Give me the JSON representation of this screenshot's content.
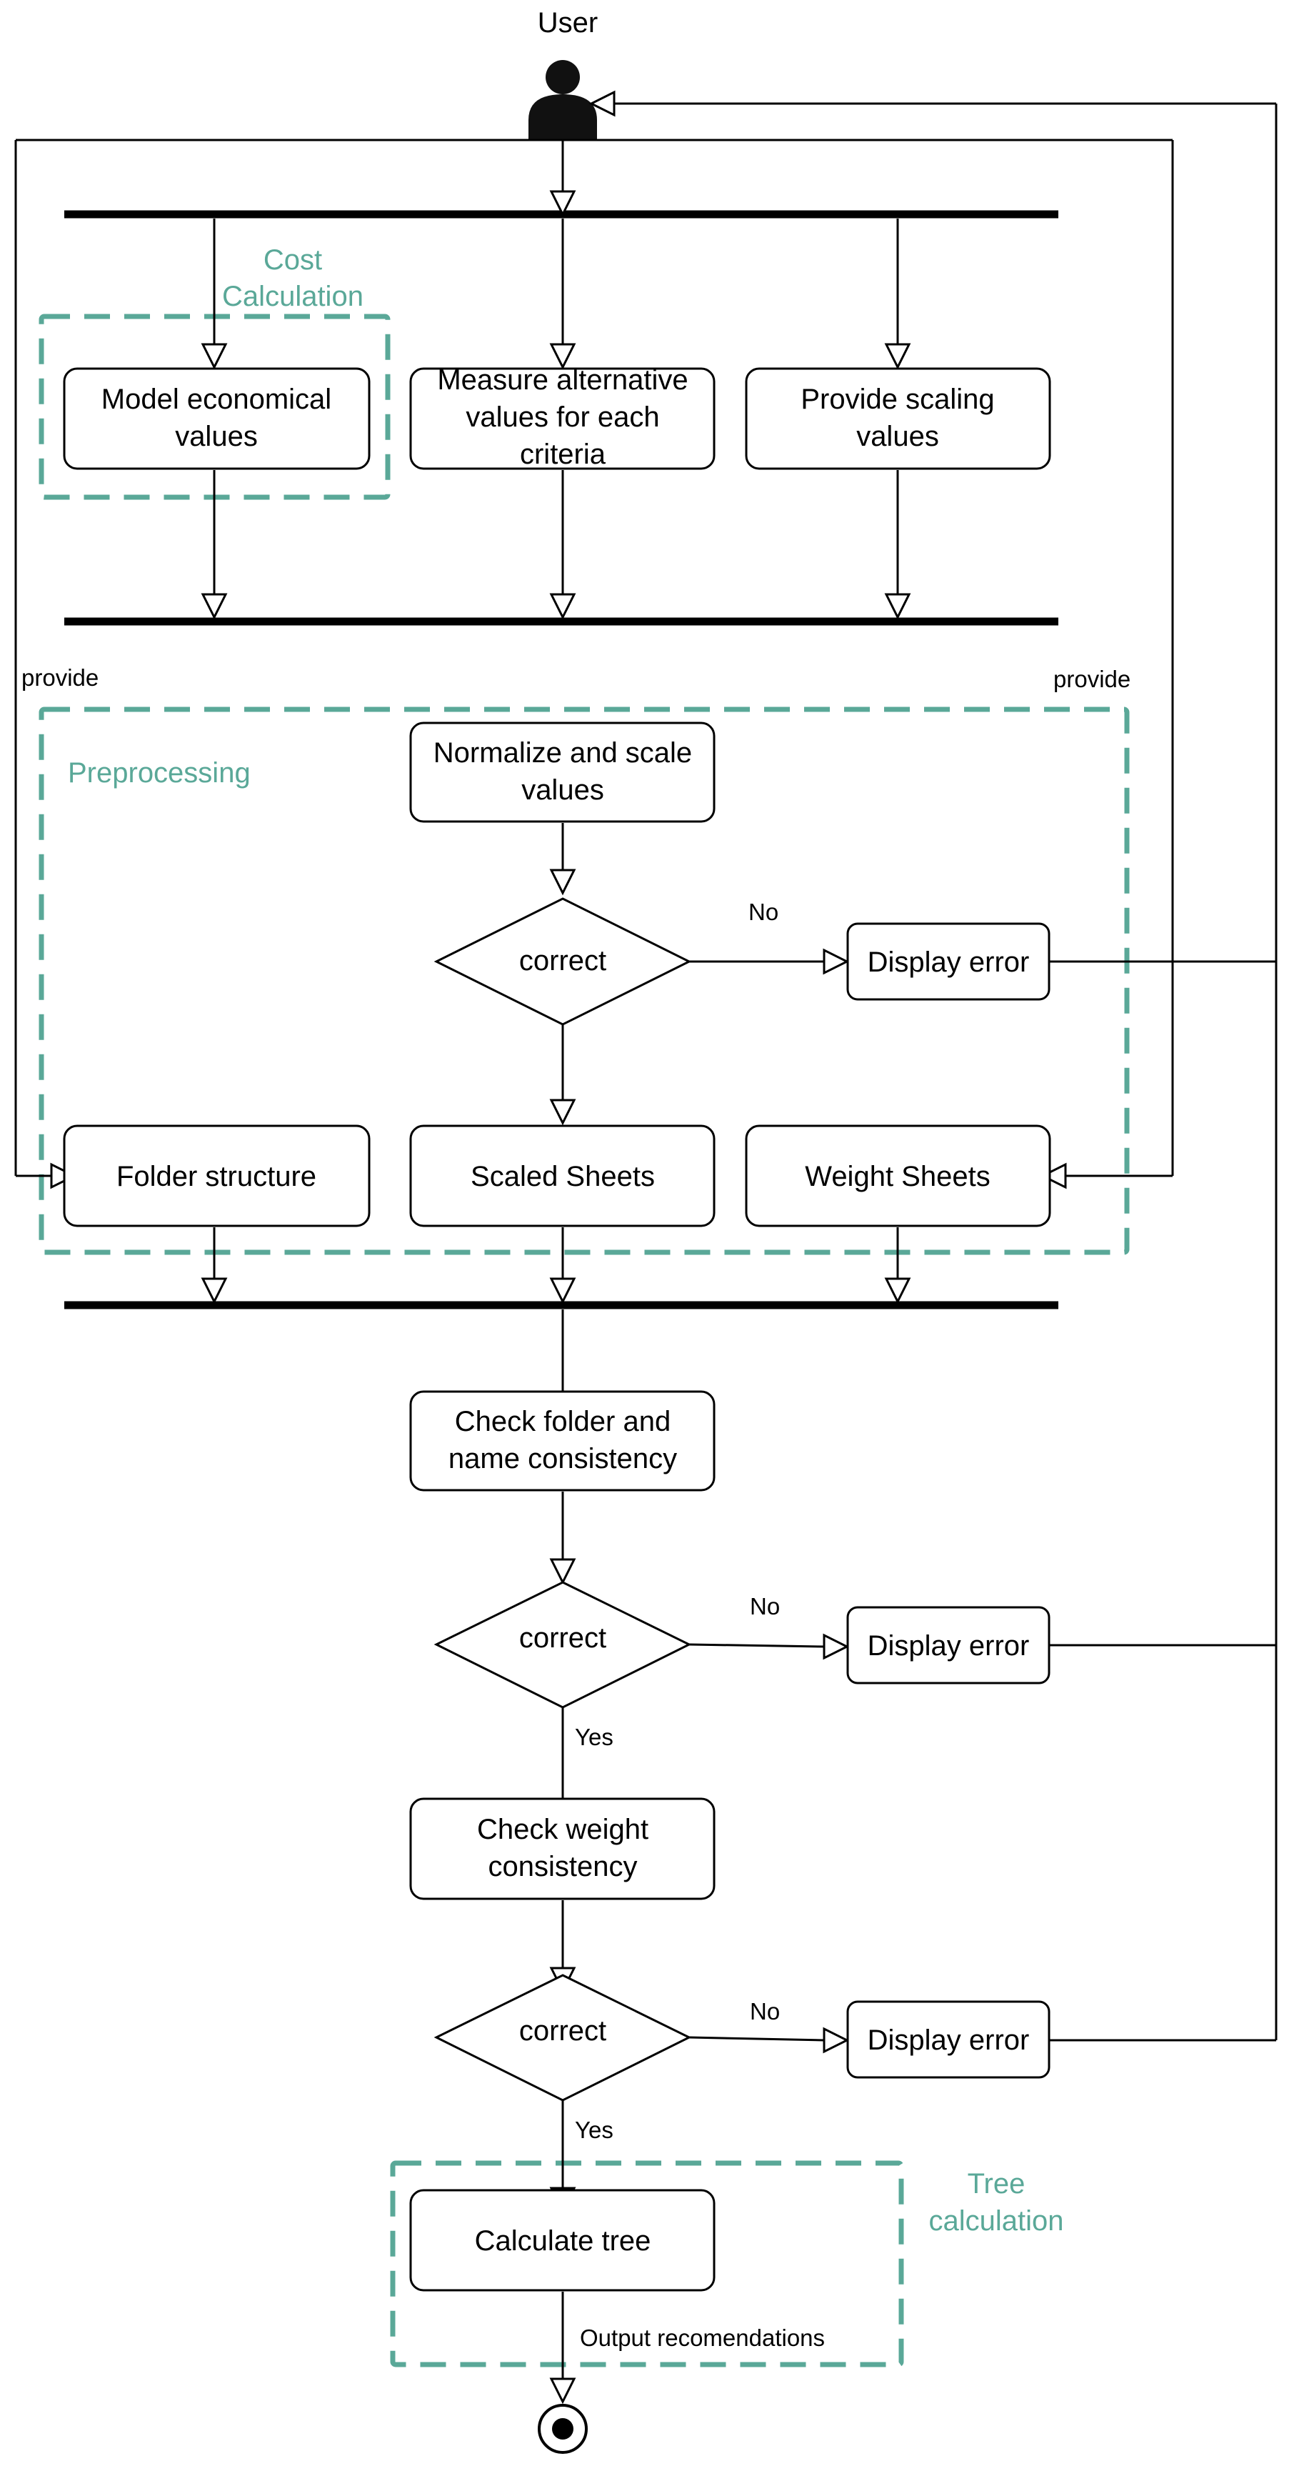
{
  "colors": {
    "group_accent": "#5aa898",
    "stroke": "#000000",
    "actor": "#111111"
  },
  "actor": {
    "label": "User",
    "icon": "person-icon"
  },
  "groups": {
    "cost": {
      "label_line1": "Cost",
      "label_line2": "Calculation"
    },
    "preprocessing": {
      "label": "Preprocessing"
    },
    "tree": {
      "label_line1": "Tree",
      "label_line2": "calculation"
    }
  },
  "nodes": {
    "model_economical": {
      "line1": "Model economical",
      "line2": "values"
    },
    "measure_alternative": {
      "line1": "Measure alternative",
      "line2": "values for each",
      "line3": "criteria"
    },
    "provide_scaling": {
      "line1": "Provide scaling",
      "line2": "values"
    },
    "normalize_scale": {
      "line1": "Normalize and scale",
      "line2": "values"
    },
    "folder_structure": {
      "line1": "Folder structure"
    },
    "scaled_sheets": {
      "line1": "Scaled Sheets"
    },
    "weight_sheets": {
      "line1": "Weight Sheets"
    },
    "check_folder": {
      "line1": "Check folder and",
      "line2": "name consistency"
    },
    "check_weight": {
      "line1": "Check weight",
      "line2": "consistency"
    },
    "calculate_tree": {
      "line1": "Calculate tree"
    },
    "error_1": {
      "line1": "Display error"
    },
    "error_2": {
      "line1": "Display error"
    },
    "error_3": {
      "line1": "Display error"
    }
  },
  "decisions": {
    "decision_1": {
      "label": "correct"
    },
    "decision_2": {
      "label": "correct"
    },
    "decision_3": {
      "label": "correct"
    }
  },
  "edge_labels": {
    "provide_left": "provide",
    "provide_right": "provide",
    "no_1": "No",
    "no_2": "No",
    "yes_2": "Yes",
    "no_3": "No",
    "yes_3": "Yes",
    "output": "Output recomendations"
  },
  "end_node": {
    "icon": "final-state-icon"
  }
}
